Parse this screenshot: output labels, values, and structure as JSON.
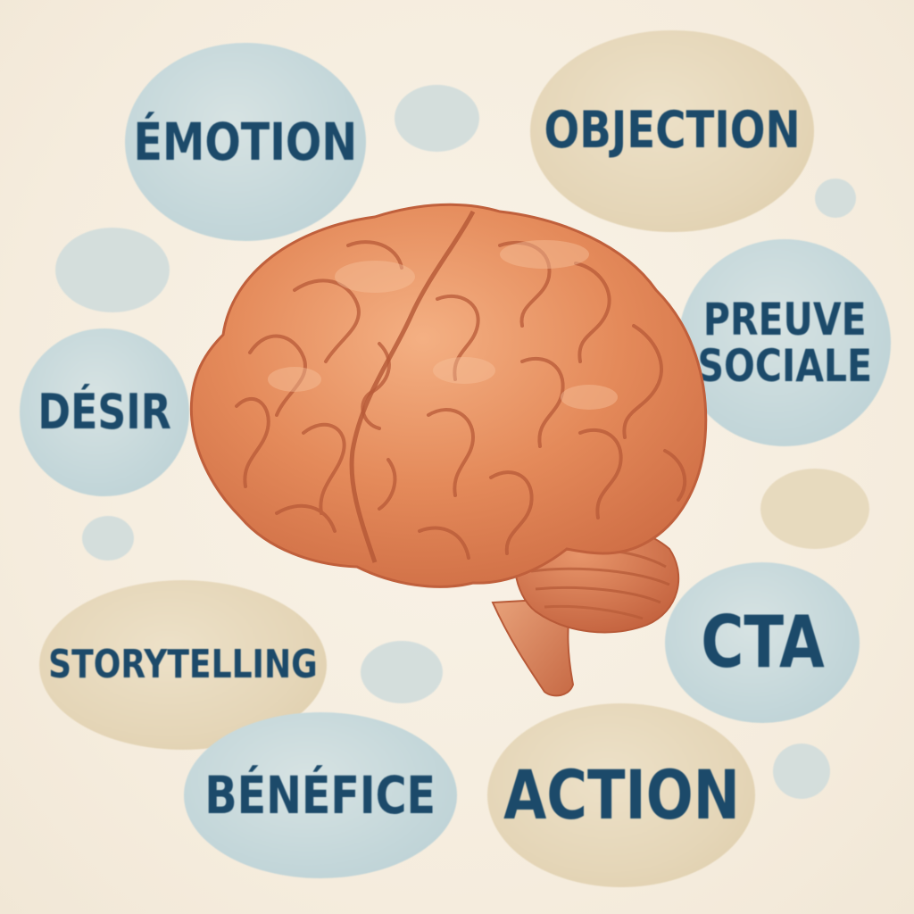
{
  "illustration": {
    "subject": "brain-illustration",
    "palette": {
      "background": "#f6efe2",
      "bubble_blue": "#c4d7da",
      "bubble_beige": "#e5d6b8",
      "label_color": "#1c4a6a",
      "brain_main": "#e48a5a",
      "brain_light": "#f0a878",
      "brain_dark": "#c0603c"
    }
  },
  "bubbles": [
    {
      "id": "emotion",
      "label": "ÉMOTION",
      "color": "blue"
    },
    {
      "id": "objection",
      "label": "OBJECTION",
      "color": "beige"
    },
    {
      "id": "preuve-sociale",
      "label": "PREUVE\nSOCIALE",
      "color": "blue"
    },
    {
      "id": "desir",
      "label": "DÉSIR",
      "color": "blue"
    },
    {
      "id": "cta",
      "label": "CTA",
      "color": "blue"
    },
    {
      "id": "storytelling",
      "label": "STORYTELLING",
      "color": "beige"
    },
    {
      "id": "action",
      "label": "ACTION",
      "color": "beige"
    },
    {
      "id": "benefice",
      "label": "BÉNÉFICE",
      "color": "blue"
    }
  ]
}
